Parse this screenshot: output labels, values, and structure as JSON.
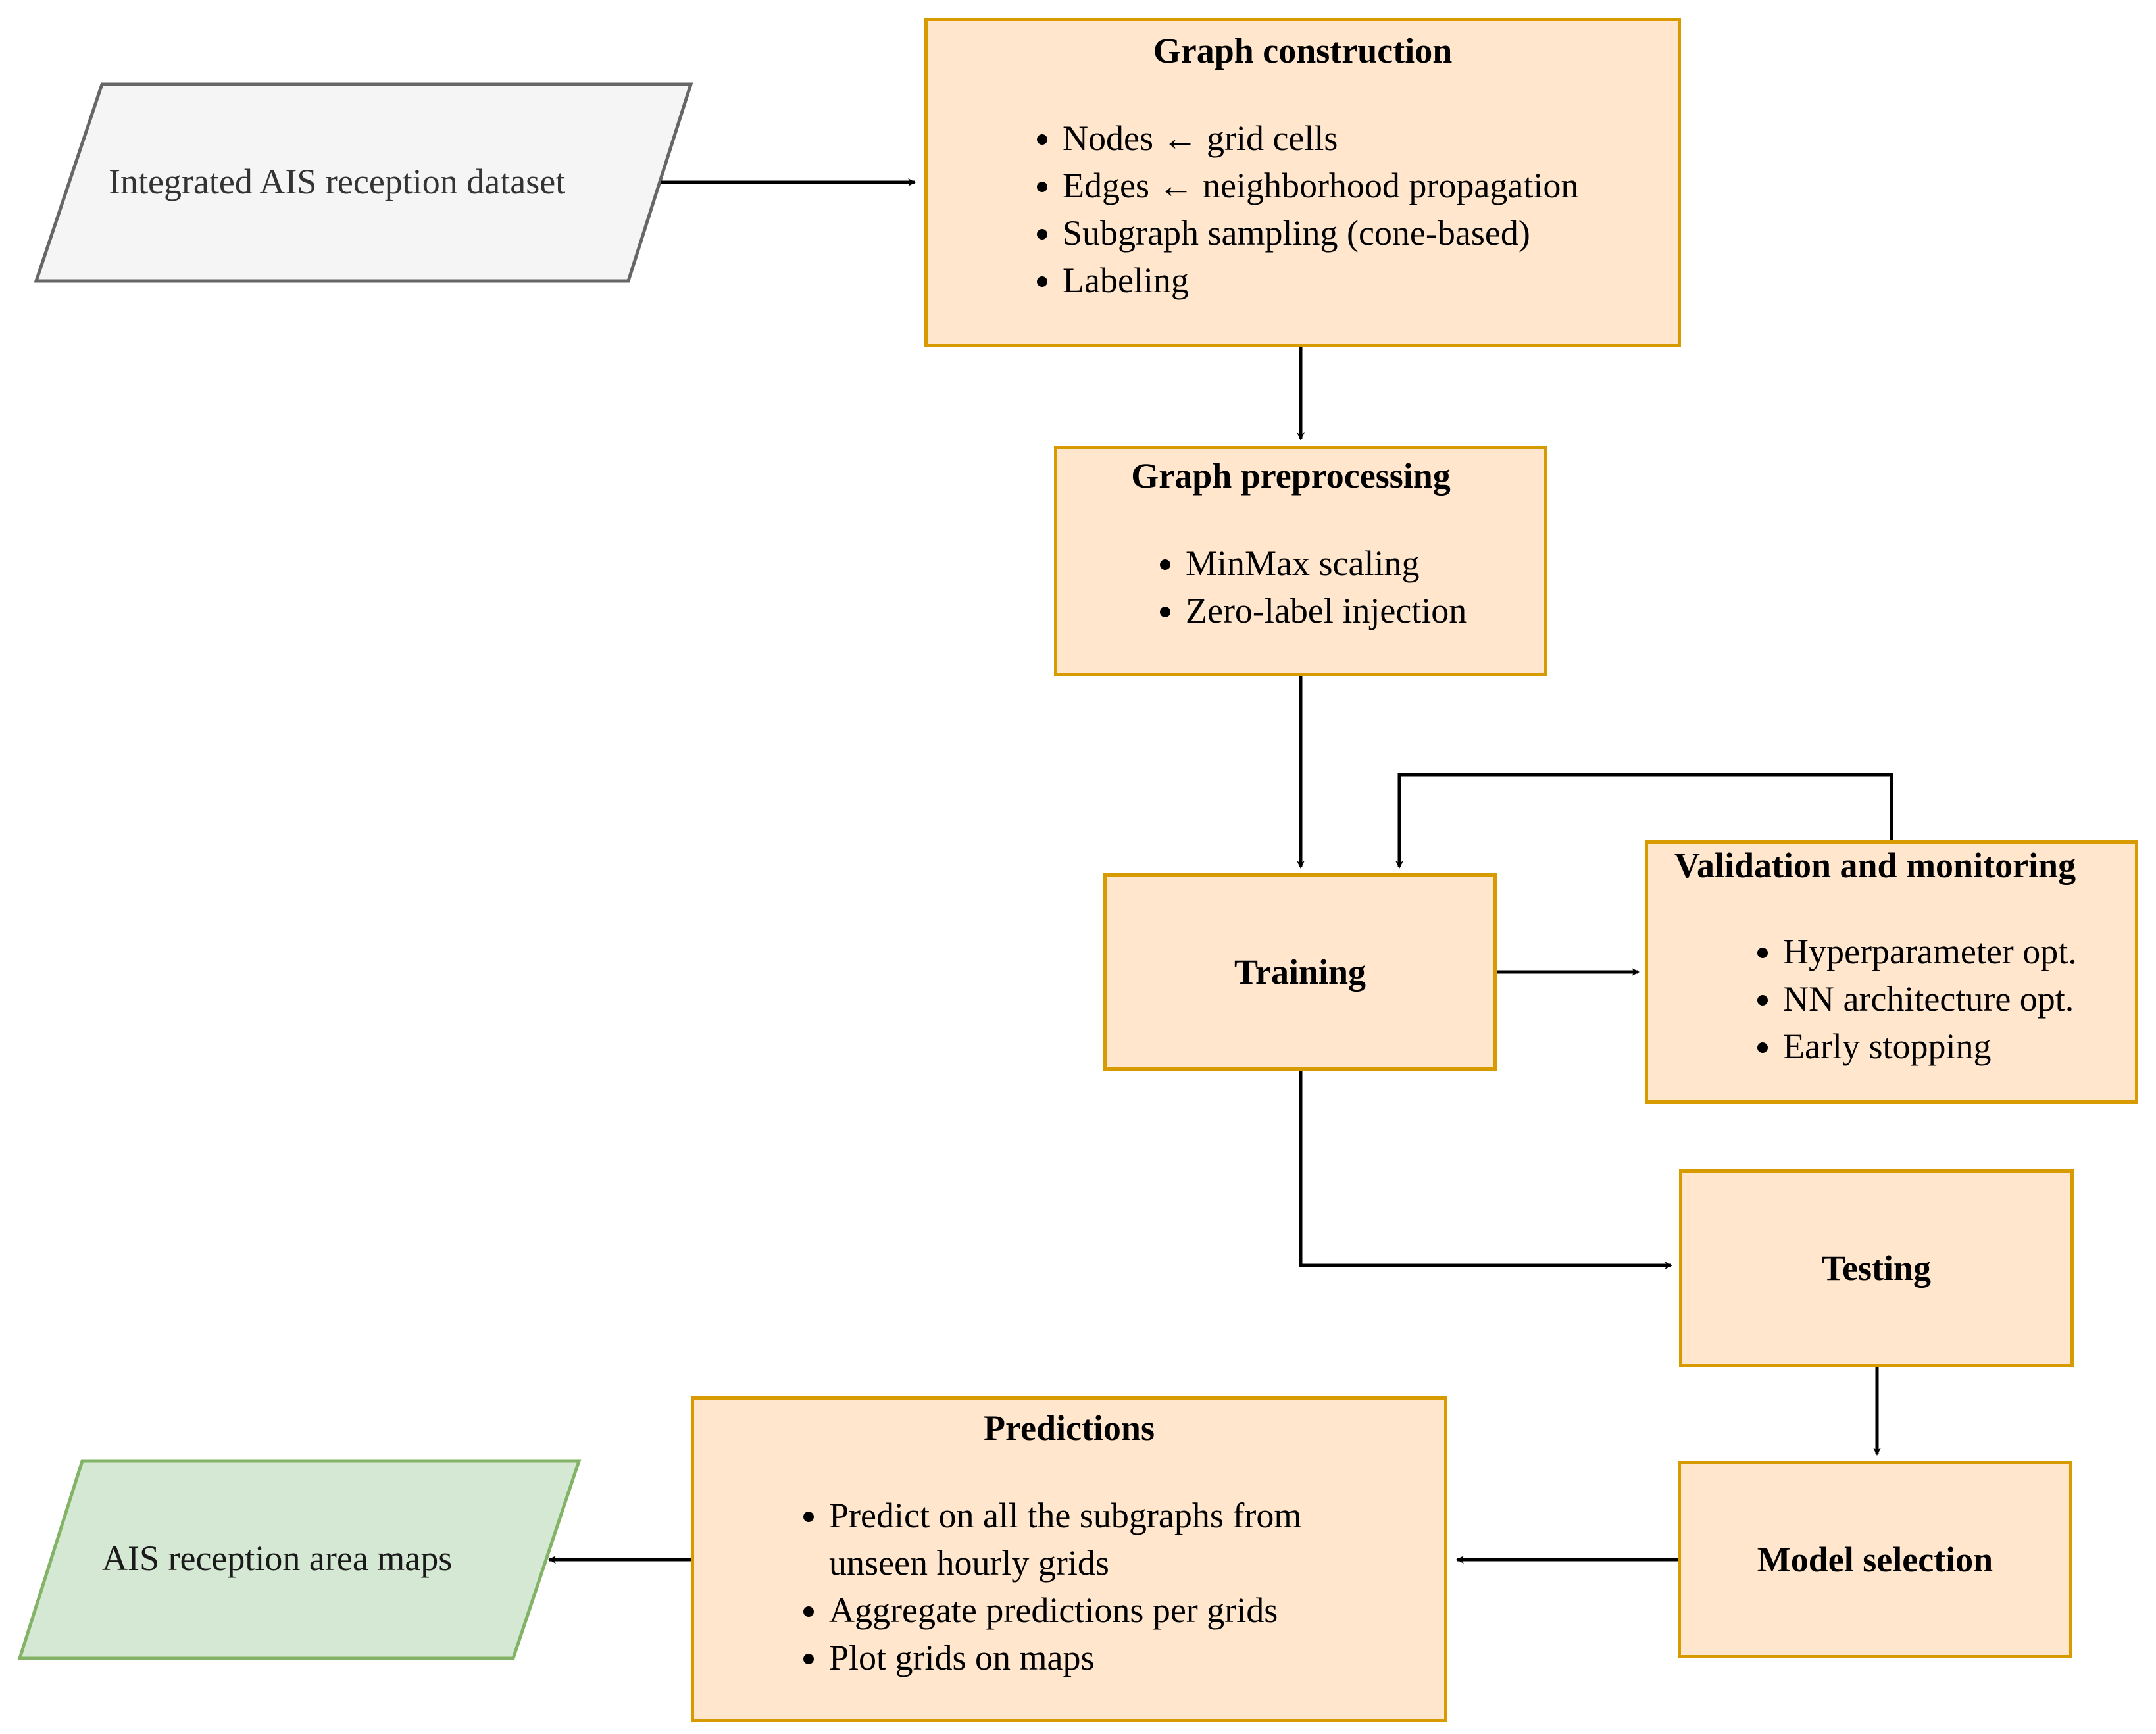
{
  "inputs": {
    "dataset": "Integrated AIS reception dataset",
    "output": "AIS reception area maps"
  },
  "graph_construction": {
    "title": "Graph construction",
    "items": [
      "Nodes ← grid cells",
      "Edges ← neighborhood propagation",
      "Subgraph sampling (cone-based)",
      "Labeling"
    ]
  },
  "graph_preprocessing": {
    "title": "Graph preprocessing",
    "items": [
      "MinMax scaling",
      "Zero-label injection"
    ]
  },
  "training": {
    "title": "Training"
  },
  "validation": {
    "title": "Validation and monitoring",
    "items": [
      "Hyperparameter opt.",
      "NN architecture opt.",
      "Early stopping"
    ]
  },
  "testing": {
    "title": "Testing"
  },
  "model_selection": {
    "title": "Model selection"
  },
  "predictions": {
    "title": "Predictions",
    "items": [
      "Predict on all the subgraphs from",
      "unseen hourly grids",
      "Aggregate predictions per grids",
      "Plot grids on maps"
    ]
  },
  "colors": {
    "process_fill": "#ffe6cc",
    "process_stroke": "#d79b00",
    "input_fill": "#f5f5f5",
    "input_stroke": "#666666",
    "output_fill": "#d5e8d4",
    "output_stroke": "#82b366"
  }
}
